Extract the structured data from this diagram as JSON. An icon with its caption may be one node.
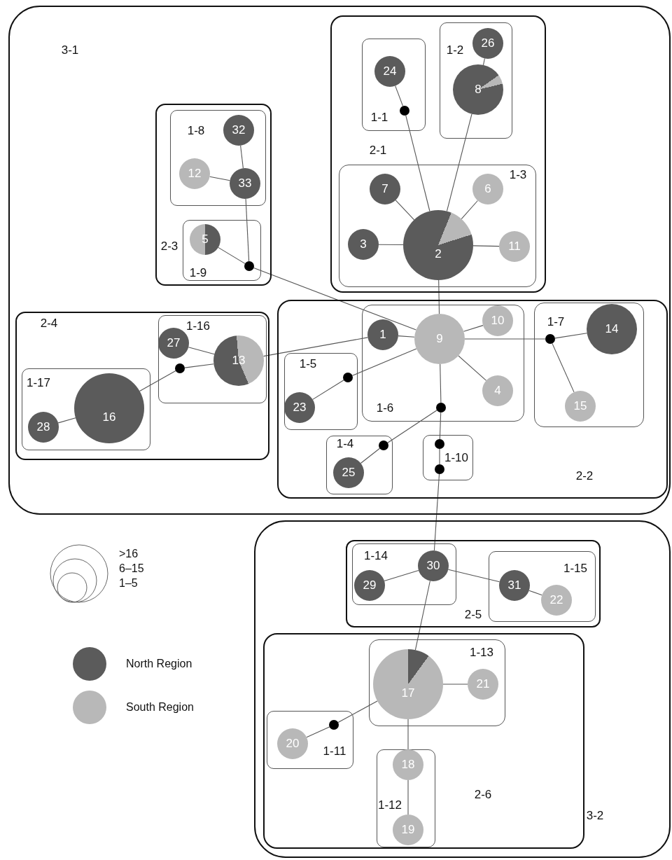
{
  "diagram": {
    "nodes": [
      {
        "text": [
          "3-1"
        ]
      },
      {
        "text": [
          "2-1"
        ],
        "in": 0
      },
      {
        "text": [
          "1-1"
        ],
        "in": 1
      },
      {
        "text": [
          "24"
        ],
        "in": 2
      },
      {
        "text": [],
        "shape": "circle",
        "in": 2
      },
      {
        "text": [
          "1-2"
        ],
        "in": 1
      },
      {
        "text": [
          "26"
        ],
        "in": 5
      },
      {
        "text": [
          "8"
        ],
        "in": 5
      },
      {
        "text": [
          "1-3"
        ],
        "in": 1
      },
      {
        "text": [
          "7"
        ],
        "in": 8
      },
      {
        "text": [
          "6"
        ],
        "in": 8
      },
      {
        "text": [
          "3"
        ],
        "in": 8
      },
      {
        "text": [
          "2"
        ],
        "in": 8
      },
      {
        "text": [
          "11"
        ],
        "in": 8
      },
      {
        "text": [
          "2-3"
        ],
        "in": 0
      },
      {
        "text": [
          "1-8"
        ],
        "in": 14
      },
      {
        "text": [
          "32"
        ],
        "in": 15
      },
      {
        "text": [
          "12"
        ],
        "in": 15
      },
      {
        "text": [
          "33"
        ],
        "in": 15
      },
      {
        "text": [
          "1-9"
        ],
        "in": 14
      },
      {
        "text": [
          "5"
        ],
        "in": 19
      },
      {
        "text": [],
        "shape": "circle",
        "in": 19
      },
      {
        "text": [
          "2-4"
        ],
        "in": 0
      },
      {
        "text": [
          "1-16"
        ],
        "in": 22
      },
      {
        "text": [
          "27"
        ],
        "in": 23
      },
      {
        "text": [
          "13"
        ],
        "in": 23
      },
      {
        "text": [],
        "shape": "circle",
        "in": 23
      },
      {
        "text": [
          "1-17"
        ],
        "in": 22
      },
      {
        "text": [
          "28"
        ],
        "in": 27
      },
      {
        "text": [
          "16"
        ],
        "in": 27
      },
      {
        "text": [
          "2-2"
        ],
        "in": 0
      },
      {
        "text": [
          "1-6"
        ],
        "in": 30
      },
      {
        "text": [
          "1"
        ],
        "in": 31
      },
      {
        "text": [
          "9"
        ],
        "in": 31
      },
      {
        "text": [
          "10"
        ],
        "in": 31
      },
      {
        "text": [
          "4"
        ],
        "in": 31
      },
      {
        "text": [],
        "shape": "circle",
        "in": 31
      },
      {
        "text": [
          "1-7"
        ],
        "in": 30
      },
      {
        "text": [
          "14"
        ],
        "in": 37
      },
      {
        "text": [
          "15"
        ],
        "in": 37
      },
      {
        "text": [],
        "shape": "circle",
        "in": 37
      },
      {
        "text": [
          "1-5"
        ],
        "in": 30
      },
      {
        "text": [
          "23"
        ],
        "in": 41
      },
      {
        "text": [],
        "shape": "circle",
        "in": 41
      },
      {
        "text": [
          "1-4"
        ],
        "in": 30
      },
      {
        "text": [
          "25"
        ],
        "in": 44
      },
      {
        "text": [],
        "shape": "circle",
        "in": 44
      },
      {
        "text": [
          "1-10"
        ],
        "in": 30
      },
      {
        "text": [],
        "shape": "circle",
        "in": 47
      },
      {
        "text": [],
        "shape": "circle",
        "in": 47
      },
      {
        "text": [
          "3-2"
        ]
      },
      {
        "text": [
          "2-5"
        ],
        "in": 50
      },
      {
        "text": [
          "1-14"
        ],
        "in": 51
      },
      {
        "text": [
          "29"
        ],
        "in": 52
      },
      {
        "text": [
          "30"
        ],
        "in": 52
      },
      {
        "text": [
          "1-15"
        ],
        "in": 51
      },
      {
        "text": [
          "31"
        ],
        "in": 55
      },
      {
        "text": [
          "22"
        ],
        "in": 55
      },
      {
        "text": [
          "2-6"
        ],
        "in": 50
      },
      {
        "text": [
          "1-13"
        ],
        "in": 58
      },
      {
        "text": [
          "17"
        ],
        "in": 59
      },
      {
        "text": [
          "21"
        ],
        "in": 59
      },
      {
        "text": [
          "1-11"
        ],
        "in": 58
      },
      {
        "text": [
          "20"
        ],
        "in": 62
      },
      {
        "text": [],
        "shape": "circle",
        "in": 62
      },
      {
        "text": [
          "1-12"
        ],
        "in": 58
      },
      {
        "text": [
          "18"
        ],
        "in": 65
      },
      {
        "text": [
          "19"
        ],
        "in": 65
      }
    ],
    "edges": [
      {
        "from": 3,
        "to": 4,
        "arrow": "none"
      },
      {
        "from": 4,
        "to": 12,
        "arrow": "none"
      },
      {
        "from": 6,
        "to": 7,
        "arrow": "none"
      },
      {
        "from": 7,
        "to": 12,
        "arrow": "none"
      },
      {
        "from": 9,
        "to": 12,
        "arrow": "none"
      },
      {
        "from": 10,
        "to": 12,
        "arrow": "none"
      },
      {
        "from": 11,
        "to": 12,
        "arrow": "none"
      },
      {
        "from": 13,
        "to": 12,
        "arrow": "none"
      },
      {
        "from": 12,
        "to": 33,
        "arrow": "none"
      },
      {
        "from": 16,
        "to": 18,
        "arrow": "none"
      },
      {
        "from": 17,
        "to": 18,
        "arrow": "none"
      },
      {
        "from": 18,
        "to": 21,
        "arrow": "none"
      },
      {
        "from": 20,
        "to": 21,
        "arrow": "none"
      },
      {
        "from": 21,
        "to": 33,
        "arrow": "none"
      },
      {
        "from": 25,
        "to": 32,
        "arrow": "none"
      },
      {
        "from": 32,
        "to": 33,
        "arrow": "none"
      },
      {
        "from": 34,
        "to": 33,
        "arrow": "none"
      },
      {
        "from": 35,
        "to": 33,
        "arrow": "none"
      },
      {
        "from": 33,
        "to": 40,
        "arrow": "none"
      },
      {
        "from": 40,
        "to": 38,
        "arrow": "none"
      },
      {
        "from": 40,
        "to": 39,
        "arrow": "none"
      },
      {
        "from": 42,
        "to": 43,
        "arrow": "none"
      },
      {
        "from": 43,
        "to": 33,
        "arrow": "none"
      },
      {
        "from": 33,
        "to": 36,
        "arrow": "none"
      },
      {
        "from": 36,
        "to": 46,
        "arrow": "none"
      },
      {
        "from": 46,
        "to": 45,
        "arrow": "none"
      },
      {
        "from": 36,
        "to": 48,
        "arrow": "none"
      },
      {
        "from": 48,
        "to": 49,
        "arrow": "none"
      },
      {
        "from": 49,
        "to": 54,
        "arrow": "none"
      },
      {
        "from": 28,
        "to": 29,
        "arrow": "none"
      },
      {
        "from": 29,
        "to": 26,
        "arrow": "none"
      },
      {
        "from": 26,
        "to": 25,
        "arrow": "none"
      },
      {
        "from": 24,
        "to": 25,
        "arrow": "none"
      },
      {
        "from": 54,
        "to": 53,
        "arrow": "none"
      },
      {
        "from": 54,
        "to": 56,
        "arrow": "none"
      },
      {
        "from": 56,
        "to": 57,
        "arrow": "none"
      },
      {
        "from": 54,
        "to": 60,
        "arrow": "none"
      },
      {
        "from": 60,
        "to": 61,
        "arrow": "none"
      },
      {
        "from": 60,
        "to": 64,
        "arrow": "none"
      },
      {
        "from": 64,
        "to": 63,
        "arrow": "none"
      },
      {
        "from": 60,
        "to": 66,
        "arrow": "none"
      },
      {
        "from": 66,
        "to": 67,
        "arrow": "none"
      }
    ],
    "legend": [
      {
        "text": ">16"
      },
      {
        "text": "6–15"
      },
      {
        "text": "1–5"
      },
      {
        "text": "North Region",
        "color": "#5b5b5b"
      },
      {
        "text": "South Region",
        "color": "#b8b8b8"
      }
    ]
  }
}
